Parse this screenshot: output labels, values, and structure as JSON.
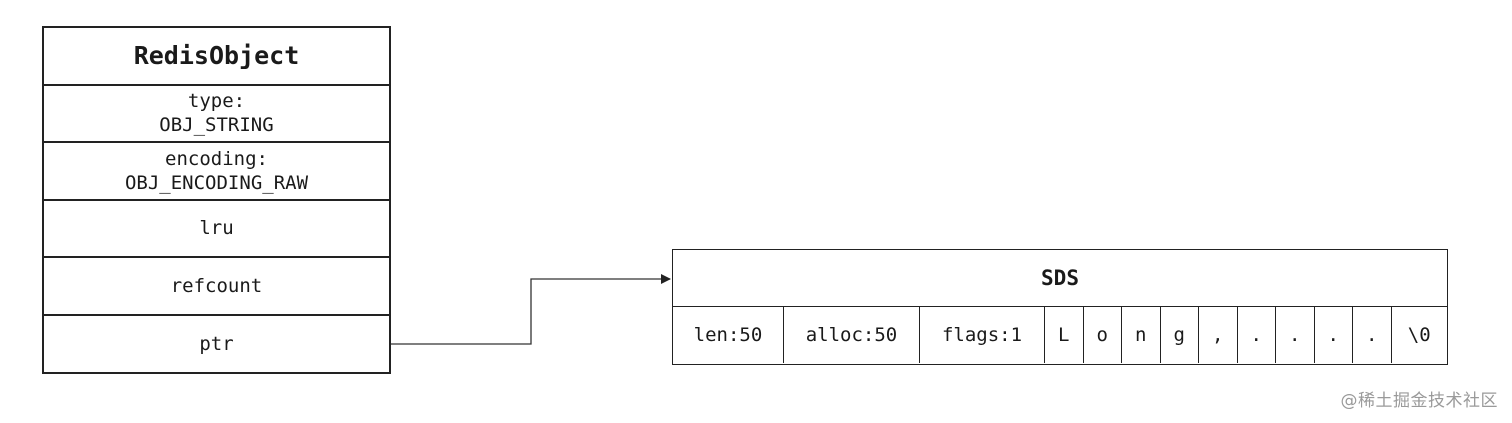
{
  "redis_object": {
    "title": "RedisObject",
    "fields": [
      {
        "line1": "type:",
        "line2": "OBJ_STRING"
      },
      {
        "line1": "encoding:",
        "line2": "OBJ_ENCODING_RAW"
      },
      {
        "line1": "lru",
        "line2": ""
      },
      {
        "line1": "refcount",
        "line2": ""
      },
      {
        "line1": "ptr",
        "line2": ""
      }
    ]
  },
  "sds": {
    "title": "SDS",
    "cells": [
      "len:50",
      "alloc:50",
      "flags:1",
      "L",
      "o",
      "n",
      "g",
      ",",
      ".",
      ".",
      ".",
      ".",
      "\\0"
    ]
  },
  "watermark": "@稀土掘金技术社区"
}
